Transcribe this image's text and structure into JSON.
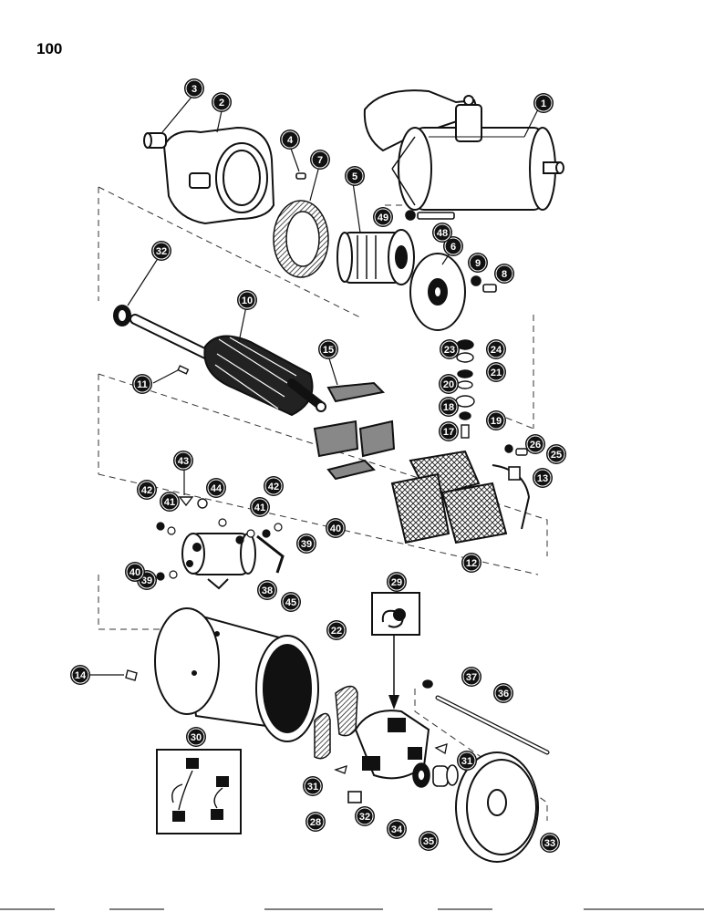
{
  "page_number": "100",
  "callouts": [
    {
      "id": "1",
      "label": "1"
    },
    {
      "id": "2",
      "label": "2"
    },
    {
      "id": "3",
      "label": "3"
    },
    {
      "id": "4",
      "label": "4"
    },
    {
      "id": "5",
      "label": "5"
    },
    {
      "id": "6",
      "label": "6"
    },
    {
      "id": "7",
      "label": "7"
    },
    {
      "id": "8",
      "label": "8"
    },
    {
      "id": "9",
      "label": "9"
    },
    {
      "id": "10",
      "label": "10"
    },
    {
      "id": "11",
      "label": "11"
    },
    {
      "id": "12",
      "label": "12"
    },
    {
      "id": "13",
      "label": "13"
    },
    {
      "id": "14",
      "label": "14"
    },
    {
      "id": "15",
      "label": "15"
    },
    {
      "id": "17",
      "label": "17"
    },
    {
      "id": "18",
      "label": "18"
    },
    {
      "id": "19",
      "label": "19"
    },
    {
      "id": "20",
      "label": "20"
    },
    {
      "id": "21",
      "label": "21"
    },
    {
      "id": "22",
      "label": "22"
    },
    {
      "id": "23",
      "label": "23"
    },
    {
      "id": "24",
      "label": "24"
    },
    {
      "id": "25",
      "label": "25"
    },
    {
      "id": "26",
      "label": "26"
    },
    {
      "id": "28",
      "label": "28"
    },
    {
      "id": "29",
      "label": "29"
    },
    {
      "id": "30",
      "label": "30"
    },
    {
      "id": "31a",
      "label": "31"
    },
    {
      "id": "31b",
      "label": "31"
    },
    {
      "id": "32a",
      "label": "32"
    },
    {
      "id": "32b",
      "label": "32"
    },
    {
      "id": "33",
      "label": "33"
    },
    {
      "id": "34",
      "label": "34"
    },
    {
      "id": "35",
      "label": "35"
    },
    {
      "id": "36",
      "label": "36"
    },
    {
      "id": "37",
      "label": "37"
    },
    {
      "id": "38",
      "label": "38"
    },
    {
      "id": "39a",
      "label": "39"
    },
    {
      "id": "39b",
      "label": "39"
    },
    {
      "id": "40a",
      "label": "40"
    },
    {
      "id": "40b",
      "label": "40"
    },
    {
      "id": "41a",
      "label": "41"
    },
    {
      "id": "41b",
      "label": "41"
    },
    {
      "id": "42a",
      "label": "42"
    },
    {
      "id": "42b",
      "label": "42"
    },
    {
      "id": "43",
      "label": "43"
    },
    {
      "id": "44",
      "label": "44"
    },
    {
      "id": "45",
      "label": "45"
    },
    {
      "id": "48",
      "label": "48"
    },
    {
      "id": "49",
      "label": "49"
    }
  ]
}
